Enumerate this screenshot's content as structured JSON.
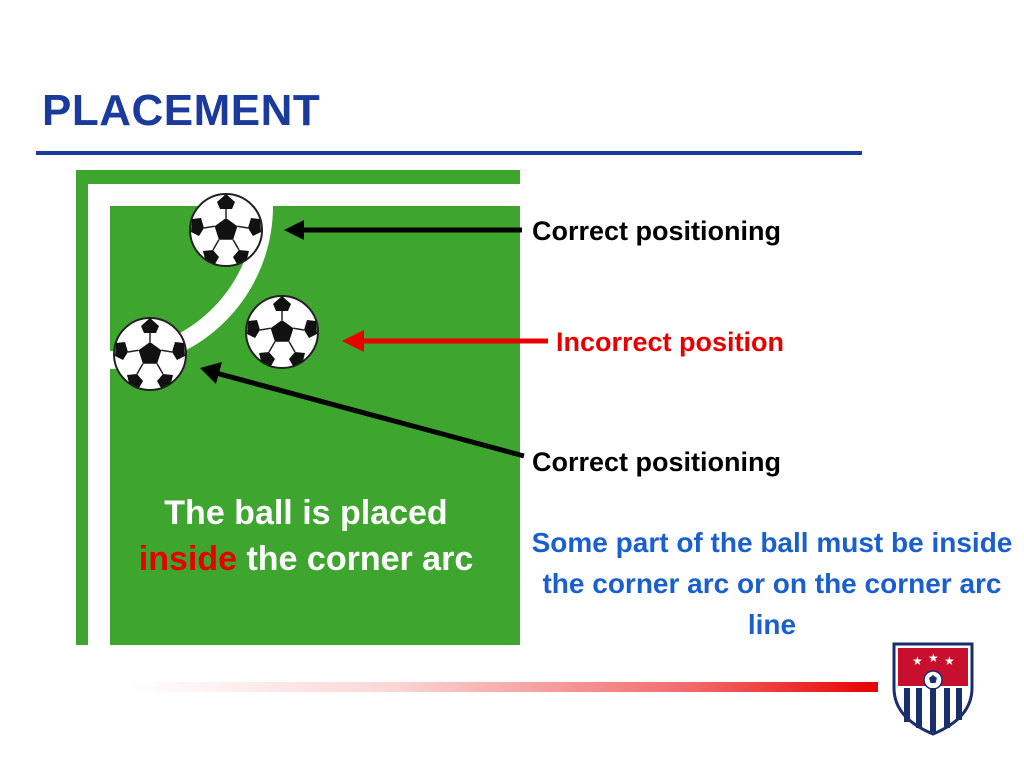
{
  "slide": {
    "title": "PLACEMENT",
    "field_text_line1": "The ball is placed",
    "field_text_highlight": "inside",
    "field_text_rest": " the corner arc",
    "labels": {
      "correct_top": "Correct positioning",
      "incorrect": "Incorrect position",
      "correct_bottom": "Correct positioning"
    },
    "note": "Some part of the ball must be inside the corner arc or on the corner arc line"
  },
  "colors": {
    "title": "#1a3a9c",
    "pitch": "#3ea62f",
    "correct_arrow": "#000000",
    "incorrect": "#e80000",
    "note": "#1a5fd0"
  },
  "icons": {
    "ball": "soccer-ball-icon",
    "crest": "us-soccer-crest-icon"
  }
}
